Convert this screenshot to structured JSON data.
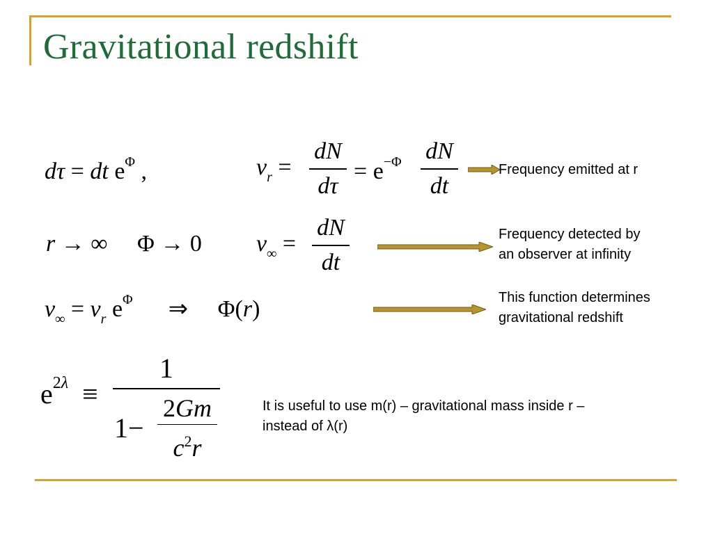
{
  "slide": {
    "title": "Gravitational redshift"
  },
  "annotations": {
    "emitted": "Frequency emitted at r",
    "detected_line1": "Frequency detected by",
    "detected_line2": "an observer at infinity",
    "determines_line1": "This function determines",
    "determines_line2": "gravitational redshift",
    "useful_line1": "It is useful to use m(r) – gravitational mass inside r –",
    "useful_line2": "instead of λ(r)"
  },
  "colors": {
    "title": "#1f6b3a",
    "accent": "#d7a22a",
    "arrow_fill": "#b8952a"
  }
}
